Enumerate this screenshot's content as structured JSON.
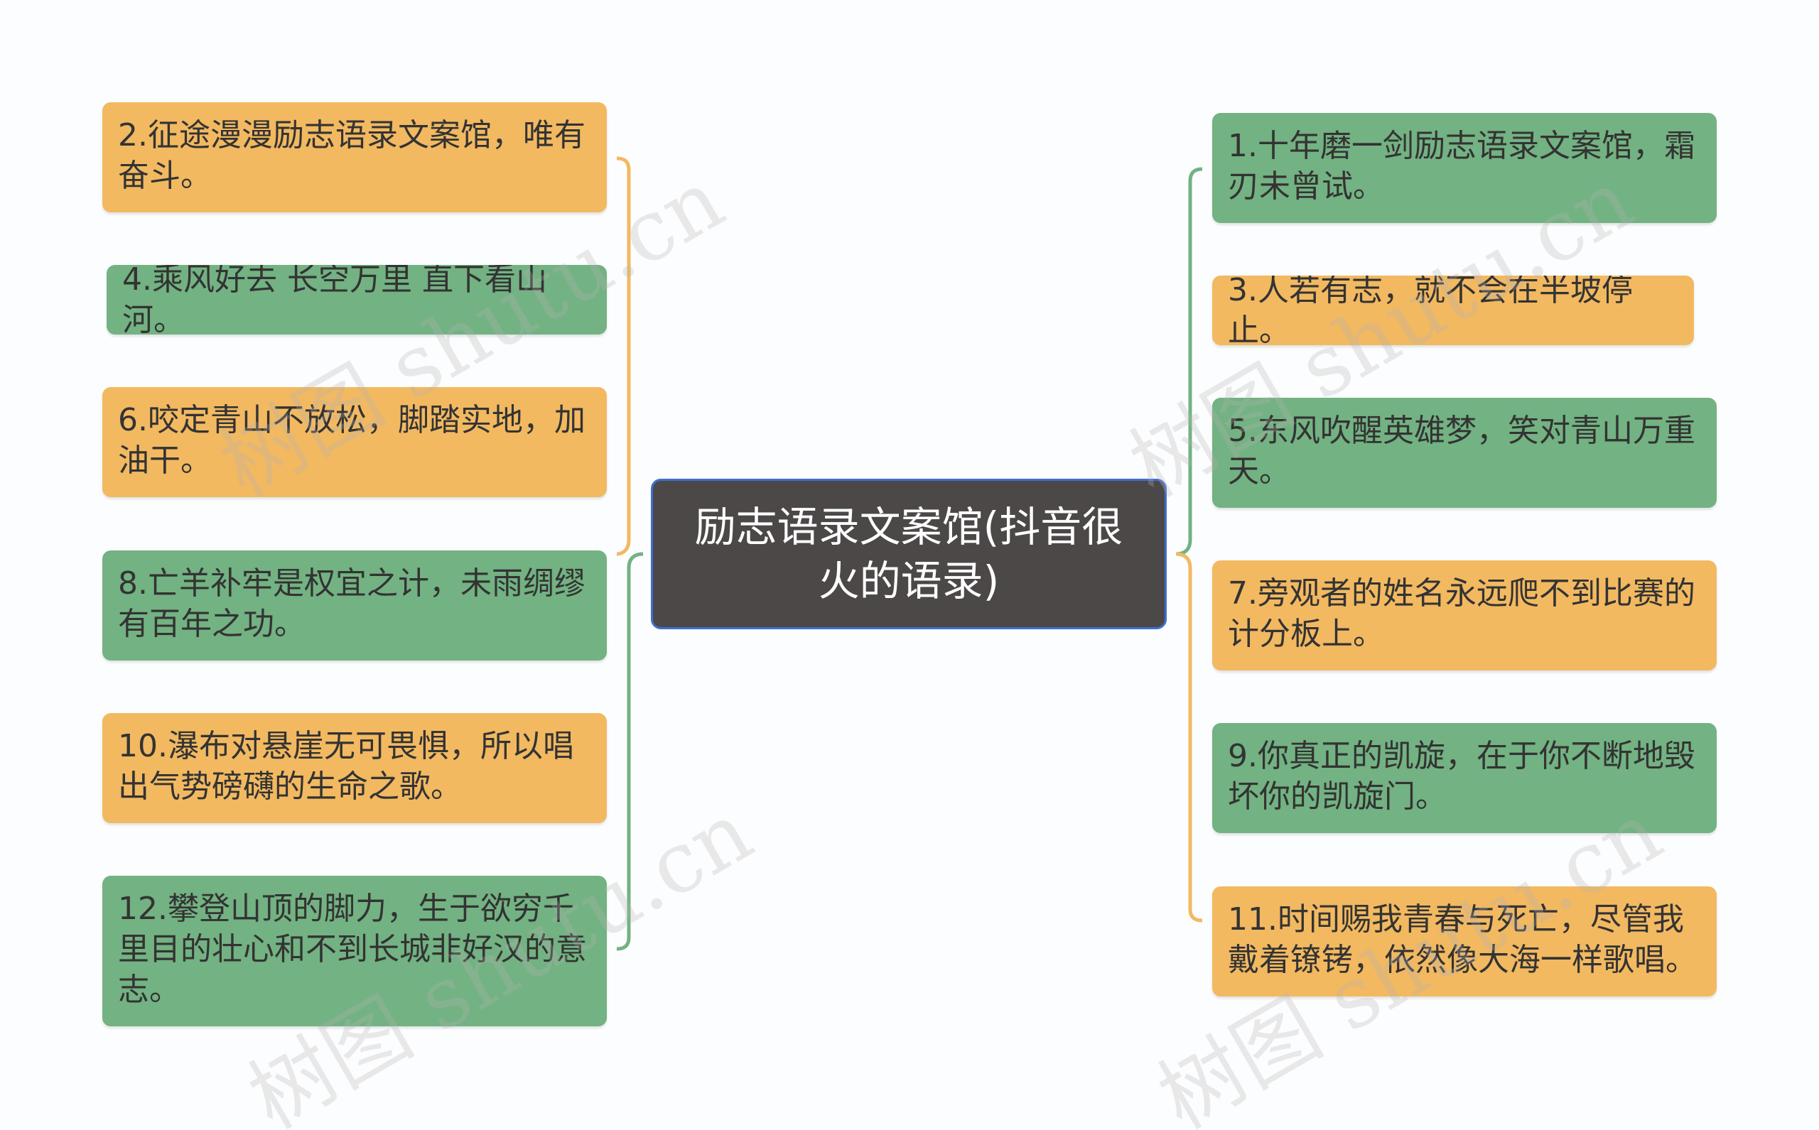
{
  "center": {
    "title": "励志语录文案馆(抖音很火的语录)"
  },
  "left_nodes": [
    {
      "text": "2.征途漫漫励志语录文案馆，唯有奋斗。",
      "color": "#f2b961"
    },
    {
      "text": "4.乘风好去 长空万里 直下看山河。",
      "color": "#73b282"
    },
    {
      "text": "6.咬定青山不放松，脚踏实地，加油干。",
      "color": "#f2b961"
    },
    {
      "text": "8.亡羊补牢是权宜之计，未雨绸缪有百年之功。",
      "color": "#73b282"
    },
    {
      "text": "10.瀑布对悬崖无可畏惧，所以唱出气势磅礴的生命之歌。",
      "color": "#f2b961"
    },
    {
      "text": "12.攀登山顶的脚力，生于欲穷千里目的壮心和不到长城非好汉的意志。",
      "color": "#73b282"
    }
  ],
  "right_nodes": [
    {
      "text": "1.十年磨一剑励志语录文案馆，霜刃未曾试。",
      "color": "#73b282"
    },
    {
      "text": "3.人若有志，就不会在半坡停止。",
      "color": "#f2b961"
    },
    {
      "text": "5.东风吹醒英雄梦，笑对青山万重天。",
      "color": "#73b282"
    },
    {
      "text": "7.旁观者的姓名永远爬不到比赛的计分板上。",
      "color": "#f2b961"
    },
    {
      "text": "9.你真正的凯旋，在于你不断地毁坏你的凯旋门。",
      "color": "#73b282"
    },
    {
      "text": "11.时间赐我青春与死亡，尽管我戴着镣铐，依然像大海一样歌唱。",
      "color": "#f2b961"
    }
  ],
  "watermark": {
    "text": "树图 shutu.cn"
  },
  "colors": {
    "orange": "#f2b961",
    "green": "#73b282",
    "center_bg": "#4c4848",
    "center_border": "#3d6fd1"
  }
}
